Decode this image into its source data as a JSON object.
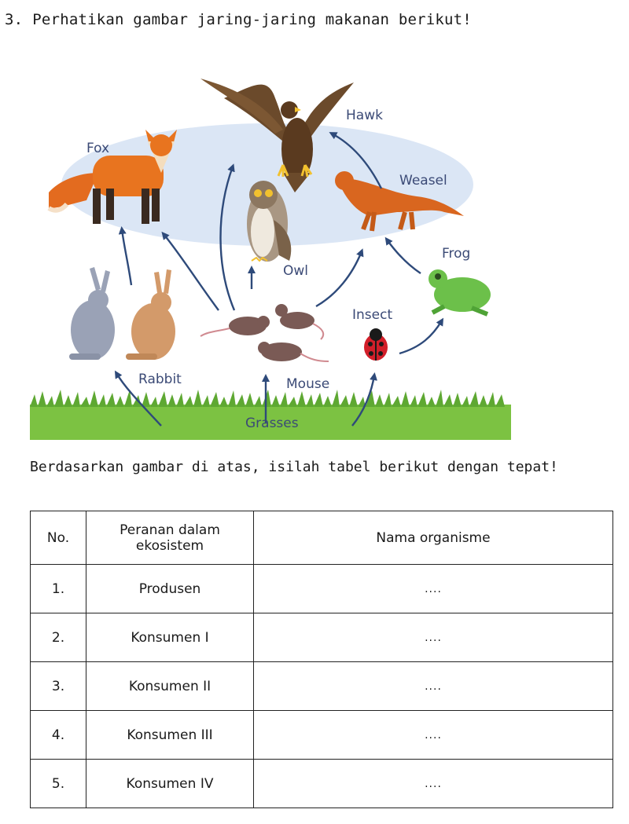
{
  "question": {
    "number": "3.",
    "text": "Perhatikan gambar jaring-jaring makanan berikut!"
  },
  "figure": {
    "labels": {
      "hawk": "Hawk",
      "fox": "Fox",
      "weasel": "Weasel",
      "frog": "Frog",
      "owl": "Owl",
      "insect": "Insect",
      "rabbit": "Rabbit",
      "mouse": "Mouse",
      "grasses": "Grasses"
    },
    "colors": {
      "arrow": "#2e4a7a",
      "ellipse": "#dbe6f5",
      "grass": "#7cc242"
    }
  },
  "instruction": "Berdasarkan gambar di atas, isilah tabel berikut dengan tepat!",
  "table": {
    "headers": {
      "no": "No.",
      "role_line1": "Peranan dalam",
      "role_line2": "ekosistem",
      "organism": "Nama organisme"
    },
    "rows": [
      {
        "no": "1.",
        "role": "Produsen",
        "answer": "...."
      },
      {
        "no": "2.",
        "role": "Konsumen I",
        "answer": "...."
      },
      {
        "no": "3.",
        "role": "Konsumen II",
        "answer": "...."
      },
      {
        "no": "4.",
        "role": "Konsumen III",
        "answer": "...."
      },
      {
        "no": "5.",
        "role": "Konsumen IV",
        "answer": "...."
      }
    ]
  }
}
